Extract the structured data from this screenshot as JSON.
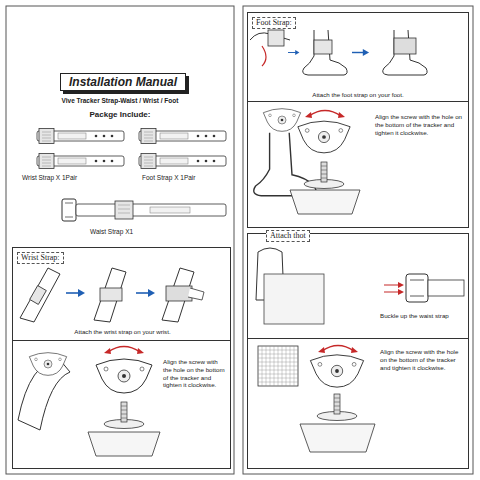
{
  "diagram": {
    "title": "Installation Manual",
    "nodes": [
      {
        "text": [
          "Wrist Strap:",
          "Attach the wrist strap on your wrist.",
          "Align the screw with the hole on the bottom of the tracker and tighten it clockwise."
        ]
      },
      {
        "text": [
          "Foot Strap:",
          "Attach the foot strap on your foot.",
          "Align the screw with the hole on the bottom of the tracker and tighten it clockwise."
        ]
      },
      {
        "text": [
          "Attach thot",
          "Buckle up the waist strap",
          "Align the screw with the hole on the bottom of the tracker and tighten it clockwise."
        ]
      }
    ],
    "labels": [
      "Vive Tracker Strap-Waist / Wrist / Foot",
      "Packge Include:",
      "Wrist Strap X 1Pair",
      "Foot Strap X 1Pair",
      "Waist Strap X1"
    ]
  }
}
